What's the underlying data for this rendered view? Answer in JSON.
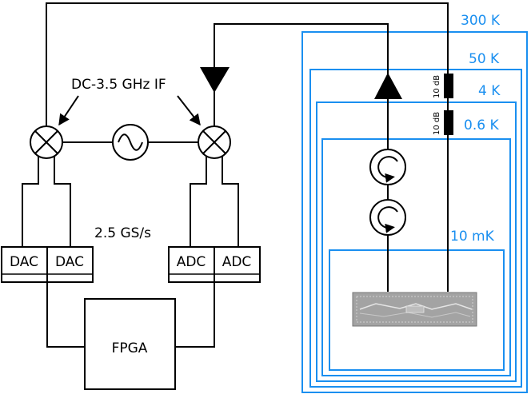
{
  "labels": {
    "if_band": "DC-3.5 GHz IF",
    "sample_rate": "2.5 GS/s",
    "dac_left": "DAC",
    "dac_right": "DAC",
    "adc_left": "ADC",
    "adc_right": "ADC",
    "fpga": "FPGA",
    "atten_upper": "10 dB",
    "atten_lower": "10 dB"
  },
  "stages": [
    {
      "label": "300 K"
    },
    {
      "label": "50 K"
    },
    {
      "label": "4 K"
    },
    {
      "label": "0.6 K"
    },
    {
      "label": "10 mK"
    }
  ],
  "colors": {
    "shield": "#1a8ff0",
    "wire": "#000000",
    "chip": "#9a9a9a"
  },
  "icons": {
    "mixer": "mixer-icon",
    "local_oscillator": "sine-source-icon",
    "amplifier": "amplifier-triangle-icon",
    "circulator": "circulator-icon",
    "attenuator": "attenuator-block-icon",
    "chip": "quantum-chip-icon"
  }
}
